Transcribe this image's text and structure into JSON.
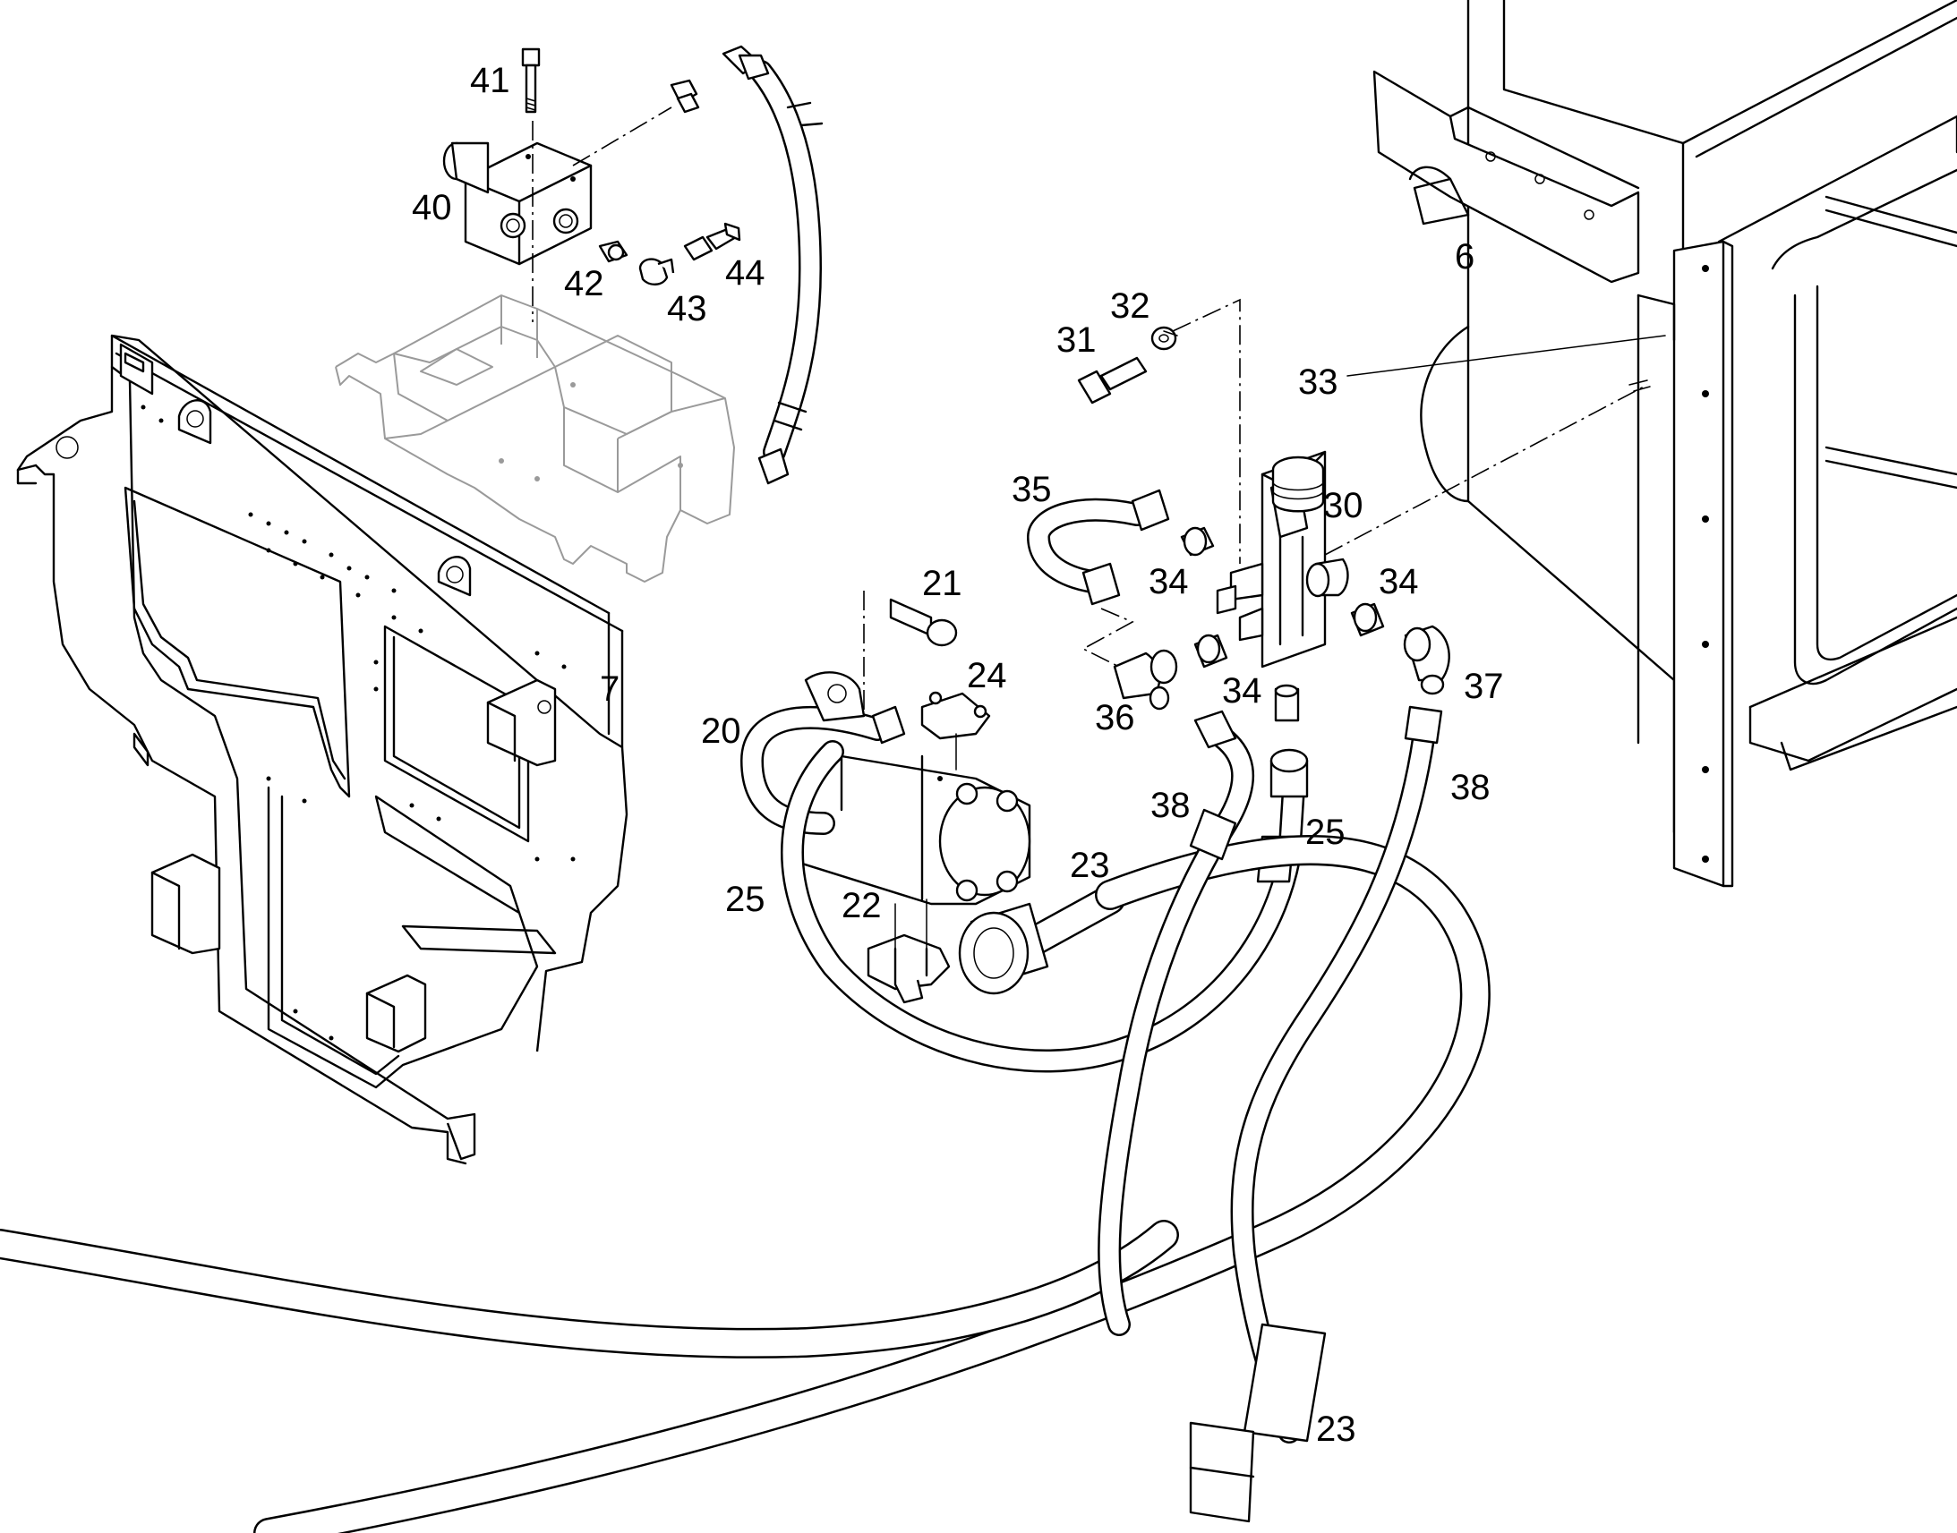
{
  "figure": {
    "callouts": [
      {
        "id": "c6",
        "label": "6"
      },
      {
        "id": "c7",
        "label": "7"
      },
      {
        "id": "c20",
        "label": "20"
      },
      {
        "id": "c21",
        "label": "21"
      },
      {
        "id": "c22",
        "label": "22"
      },
      {
        "id": "c23a",
        "label": "23"
      },
      {
        "id": "c23b",
        "label": "23"
      },
      {
        "id": "c24",
        "label": "24"
      },
      {
        "id": "c25a",
        "label": "25"
      },
      {
        "id": "c25b",
        "label": "25"
      },
      {
        "id": "c30",
        "label": "30"
      },
      {
        "id": "c31",
        "label": "31"
      },
      {
        "id": "c32",
        "label": "32"
      },
      {
        "id": "c33",
        "label": "33"
      },
      {
        "id": "c34a",
        "label": "34"
      },
      {
        "id": "c34b",
        "label": "34"
      },
      {
        "id": "c34c",
        "label": "34"
      },
      {
        "id": "c35",
        "label": "35"
      },
      {
        "id": "c36",
        "label": "36"
      },
      {
        "id": "c37",
        "label": "37"
      },
      {
        "id": "c38a",
        "label": "38"
      },
      {
        "id": "c38b",
        "label": "38"
      },
      {
        "id": "c40",
        "label": "40"
      },
      {
        "id": "c41",
        "label": "41"
      },
      {
        "id": "c42",
        "label": "42"
      },
      {
        "id": "c43",
        "label": "43"
      },
      {
        "id": "c44",
        "label": "44"
      }
    ]
  }
}
